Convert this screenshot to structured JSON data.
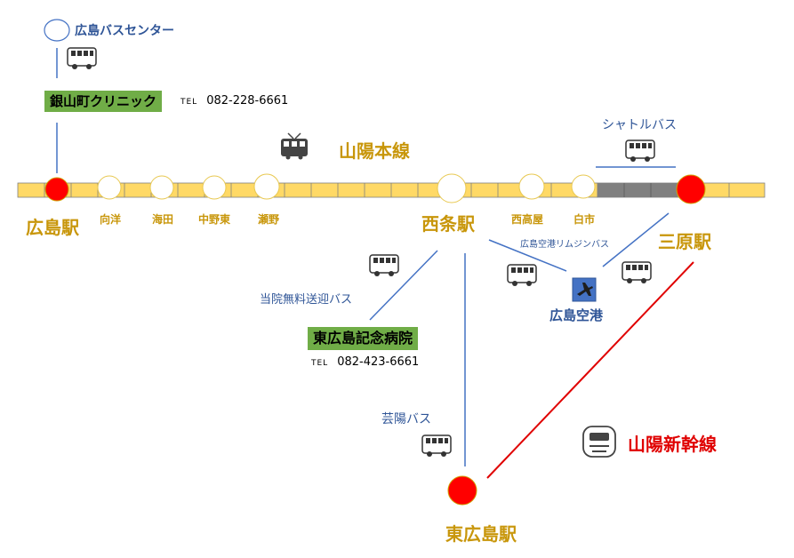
{
  "bus_center": {
    "label": "広島バスセンター"
  },
  "clinic": {
    "name": "銀山町クリニック",
    "tel_prefix": "TEL",
    "tel": "082-228-6661"
  },
  "lines": {
    "sanyo_main": "山陽本線",
    "shinkansen": "山陽新幹線",
    "shuttle": "シャトルバス",
    "free_bus": "当院無料送迎バス",
    "geiyo_bus": "芸陽バス",
    "airport_limousine": "広島空港リムジンバス"
  },
  "stations": {
    "hiroshima": "広島駅",
    "mukainada": "向洋",
    "kaita": "海田",
    "nakano_higashi": "中野東",
    "seno": "瀬野",
    "saijo": "西条駅",
    "nishitakaya": "西高屋",
    "hachihonmatsu": "白市",
    "mihara": "三原駅",
    "higashi_hiroshima": "東広島駅"
  },
  "airport": {
    "label": "広島空港"
  },
  "hospital": {
    "name": "東広島記念病院",
    "tel_prefix": "TEL",
    "tel": "082-423-6661"
  },
  "colors": {
    "rail_yellow": "#ffd966",
    "rail_gray": "#808080",
    "station_red": "#ff0000",
    "line_blue": "#4472c4",
    "shinkansen_red": "#e00000",
    "text_gold": "#c8960a",
    "box_green": "#70ad47"
  },
  "icons": [
    "bus-icon",
    "train-icon",
    "shinkansen-icon",
    "airplane-icon"
  ]
}
